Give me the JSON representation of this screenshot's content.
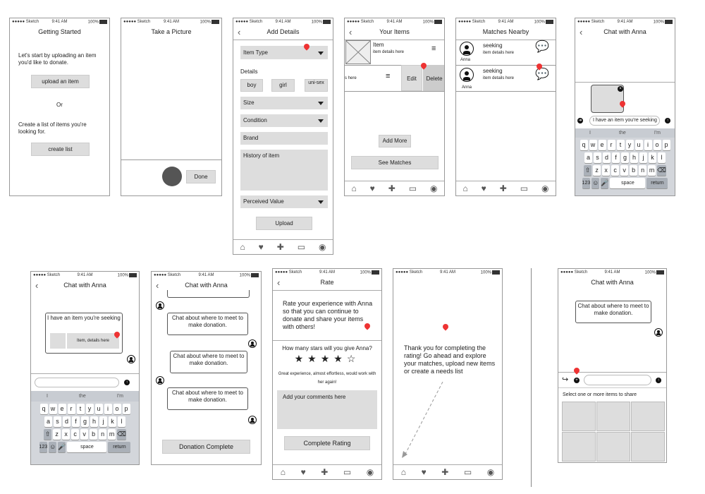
{
  "status": {
    "carrier": "●●●●● Sketch",
    "time": "9:41 AM",
    "battery": "100%"
  },
  "s1": {
    "title": "Getting Started",
    "intro": "Let's start by uploading an item you'd like to donate.",
    "upload_btn": "upload an item",
    "or": "Or",
    "list_text": "Create a list of items you're looking for.",
    "create_btn": "create list"
  },
  "s2": {
    "title": "Take a Picture",
    "done_btn": "Done"
  },
  "s3": {
    "title": "Add Details",
    "item_type": "Item Type",
    "details_label": "Details",
    "boy": "boy",
    "girl": "girl",
    "unisex": "uni-sex",
    "size": "Size",
    "condition": "Condition",
    "brand": "Brand",
    "history": "History of item",
    "perceived": "Perceived Value",
    "upload_btn": "Upload"
  },
  "s4": {
    "title": "Your Items",
    "item_name": "Item",
    "item_details": "item details here",
    "row2_text": "s here",
    "edit_btn": "Edit",
    "delete_btn": "Delete",
    "add_more": "Add More",
    "see_matches": "See Matches"
  },
  "s5": {
    "title": "Matches Nearby",
    "m1_seek": "seeking",
    "m1_details": "item details here",
    "m1_name": "Anna",
    "m2_seek": "seeking",
    "m2_details": "item details here",
    "m2_name": "Anna"
  },
  "s6": {
    "title": "Chat with Anna",
    "input_text": "I have an item you're seeking"
  },
  "keyboard": {
    "sugg": [
      "I",
      "the",
      "I'm"
    ],
    "row1": [
      "q",
      "w",
      "e",
      "r",
      "t",
      "y",
      "u",
      "i",
      "o",
      "p"
    ],
    "row2": [
      "a",
      "s",
      "d",
      "f",
      "g",
      "h",
      "j",
      "k",
      "l"
    ],
    "row3": [
      "z",
      "x",
      "c",
      "v",
      "b",
      "n",
      "m"
    ],
    "num": "123",
    "space": "space",
    "ret": "return"
  },
  "s7": {
    "title": "Chat with Anna",
    "bubble_text": "I have an item you're seeking",
    "item_details": "Item, details here"
  },
  "s8": {
    "title": "Chat with Anna",
    "msg": "Chat about where to meet to make donation.",
    "complete_btn": "Donation Complete"
  },
  "s9": {
    "title": "Rate",
    "intro": "Rate your experience with Anna so that you can continue to donate and share your items with others!",
    "question": "How many stars will you give Anna?",
    "stars": "★★★★☆",
    "review": "Great experience, almost effortless, would work with her again!",
    "comments": "Add your comments here",
    "complete_btn": "Complete Rating"
  },
  "s10": {
    "thanks": "Thank you for completing the rating! Go ahead and explore your matches, upload new items or create a needs list"
  },
  "s11": {
    "title": "Chat with Anna",
    "msg": "Chat about where to meet to make donation.",
    "select_text": "Select one or more items to share"
  }
}
